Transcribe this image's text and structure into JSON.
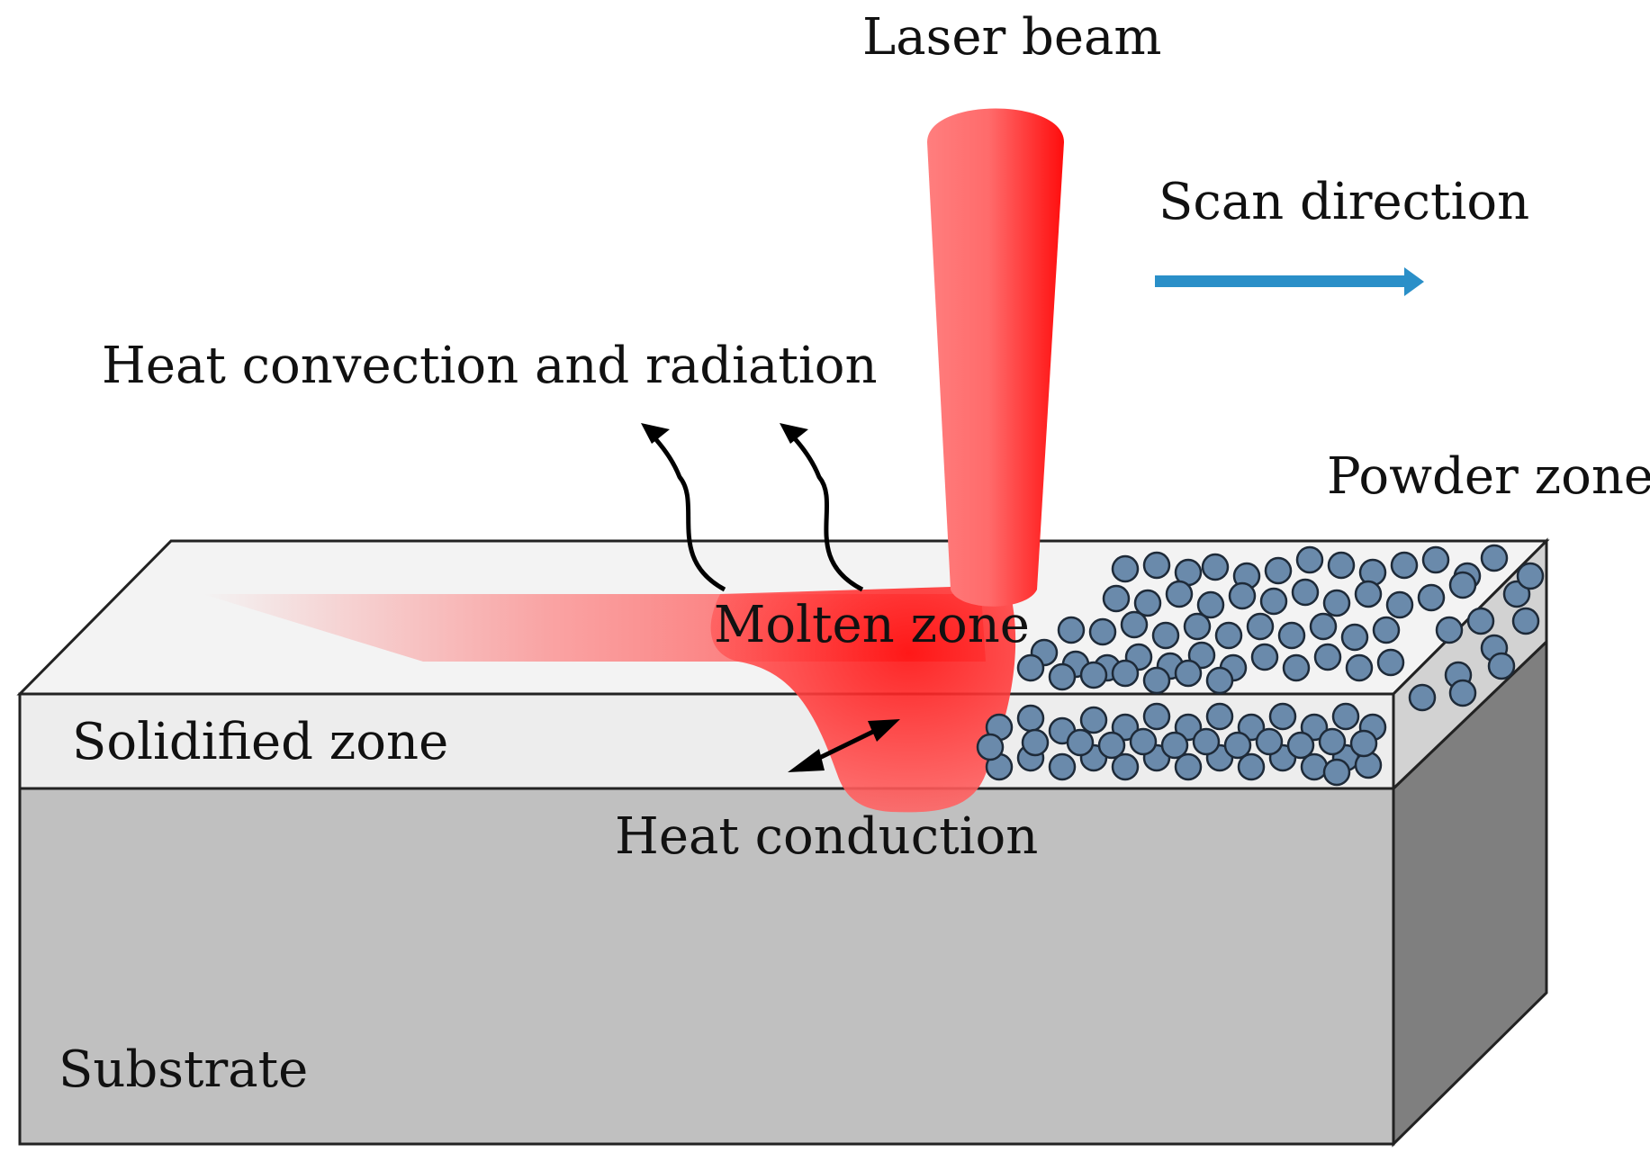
{
  "labels": {
    "laser_beam": "Laser beam",
    "scan_direction": "Scan direction",
    "heat_convection": "Heat convection and radiation",
    "powder_zone": "Powder zone",
    "molten_zone": "Molten zone",
    "solidified_zone": "Solidified zone",
    "heat_conduction": "Heat conduction",
    "substrate": "Substrate"
  },
  "colors": {
    "laser": "#ff1a1a",
    "laser_light": "#ff8a8a",
    "scan_arrow": "#2a8fc8",
    "powder": "#6a8aab",
    "substrate_front": "#c0c0c0",
    "substrate_side": "#808080",
    "top_layer": "#f2f2f2",
    "layer_front": "#ededed"
  },
  "icons": {
    "scan_arrow": "arrow-right",
    "heat_arrows": "wavy-arrow-up",
    "conduction_arrow": "double-headed-arrow"
  }
}
